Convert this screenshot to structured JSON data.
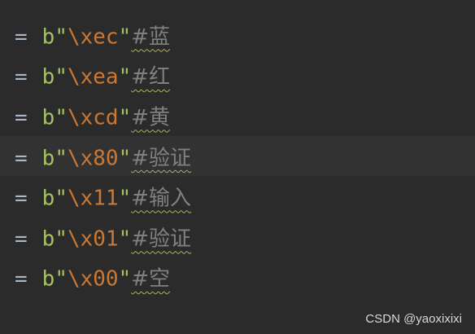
{
  "editor": {
    "lines": [
      {
        "op": "=",
        "prefix": "b",
        "quote_open": "\"",
        "escape": "\\xec",
        "quote_close": "\"",
        "comment": "#蓝"
      },
      {
        "op": "=",
        "prefix": "b",
        "quote_open": "\"",
        "escape": "\\xea",
        "quote_close": "\"",
        "comment": "#红"
      },
      {
        "op": "=",
        "prefix": "b",
        "quote_open": "\"",
        "escape": "\\xcd",
        "quote_close": "\"",
        "comment": "#黄"
      },
      {
        "op": "=",
        "prefix": "b",
        "quote_open": "\"",
        "escape": "\\x80",
        "quote_close": "\"",
        "comment": "#验证"
      },
      {
        "op": "=",
        "prefix": "b",
        "quote_open": "\"",
        "escape": "\\x11",
        "quote_close": "\"",
        "comment": "#输入"
      },
      {
        "op": "=",
        "prefix": "b",
        "quote_open": "\"",
        "escape": "\\x01",
        "quote_close": "\"",
        "comment": "#验证"
      },
      {
        "op": "=",
        "prefix": "b",
        "quote_open": "\"",
        "escape": "\\x00",
        "quote_close": "\"",
        "comment": "#空"
      }
    ]
  },
  "watermark": {
    "text": "CSDN @yaoxixixi"
  },
  "colors": {
    "background": "#2b2b2b",
    "current_line": "#323232",
    "operator": "#a9b7c6",
    "string": "#a5c261",
    "escape": "#cc7832",
    "comment": "#808080",
    "typo_underline": "#b3ae60"
  }
}
